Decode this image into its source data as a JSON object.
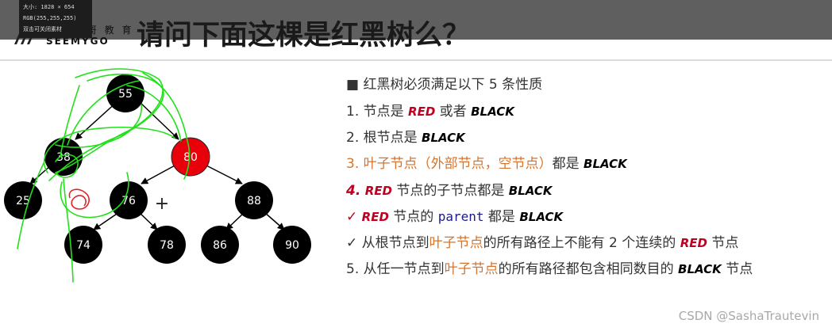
{
  "header": {
    "info_lines": [
      "大小: 1828 × 654",
      "RGB(255,255,255)",
      "双击可关闭素材"
    ],
    "logo_cn": "码 哥 教 育",
    "logo_en": "SEEMYGO",
    "title": "请问下面这棵是红黑树么？"
  },
  "tree": {
    "nodes": [
      {
        "id": "n55",
        "label": "55",
        "color": "black"
      },
      {
        "id": "n38",
        "label": "38",
        "color": "black"
      },
      {
        "id": "n80",
        "label": "80",
        "color": "red"
      },
      {
        "id": "n25",
        "label": "25",
        "color": "black"
      },
      {
        "id": "n76",
        "label": "76",
        "color": "black"
      },
      {
        "id": "n88",
        "label": "88",
        "color": "black"
      },
      {
        "id": "n74",
        "label": "74",
        "color": "black"
      },
      {
        "id": "n78",
        "label": "78",
        "color": "black"
      },
      {
        "id": "n86",
        "label": "86",
        "color": "black"
      },
      {
        "id": "n90",
        "label": "90",
        "color": "black"
      }
    ],
    "plus_mark": "+"
  },
  "rules": {
    "heading": "■ 红黑树必须满足以下 5 条性质",
    "r1_prefix": "1.  节点是 ",
    "r1_red": "RED",
    "r1_mid": "  或者 ",
    "r1_black": "BLACK",
    "r2_prefix": "2.  根节点是 ",
    "r2_black": "BLACK",
    "r3_prefix": "3.  叶子节点（外部节点，空节点）",
    "r3_mid": "都是 ",
    "r3_black": "BLACK",
    "r4_num": "4.",
    "r4_red": "RED",
    "r4_mid": "  节点的子节点都是 ",
    "r4_black": "BLACK",
    "r5_check": "✓ ",
    "r5_red": "RED",
    "r5_mid": "  节点的 ",
    "r5_code": "parent",
    "r5_tail": "  都是 ",
    "r5_black": "BLACK",
    "r6_pre": "✓ 从根节点到",
    "r6_orange": "叶子节点",
    "r6_mid": "的所有路径上不能有 2 个连续的 ",
    "r6_red": "RED",
    "r6_tail": "  节点",
    "r7_pre": "5.  从任一节点到",
    "r7_orange": "叶子节点",
    "r7_mid": "的所有路径都包含相同数目的 ",
    "r7_black": "BLACK",
    "r7_tail": "  节点"
  },
  "watermark": "CSDN @SashaTrautevin",
  "colors": {
    "red_node": "#e8000a",
    "black_node": "#000000",
    "annotation": "#22e01a",
    "keyword_red": "#c00020",
    "orange": "#d5742e"
  }
}
